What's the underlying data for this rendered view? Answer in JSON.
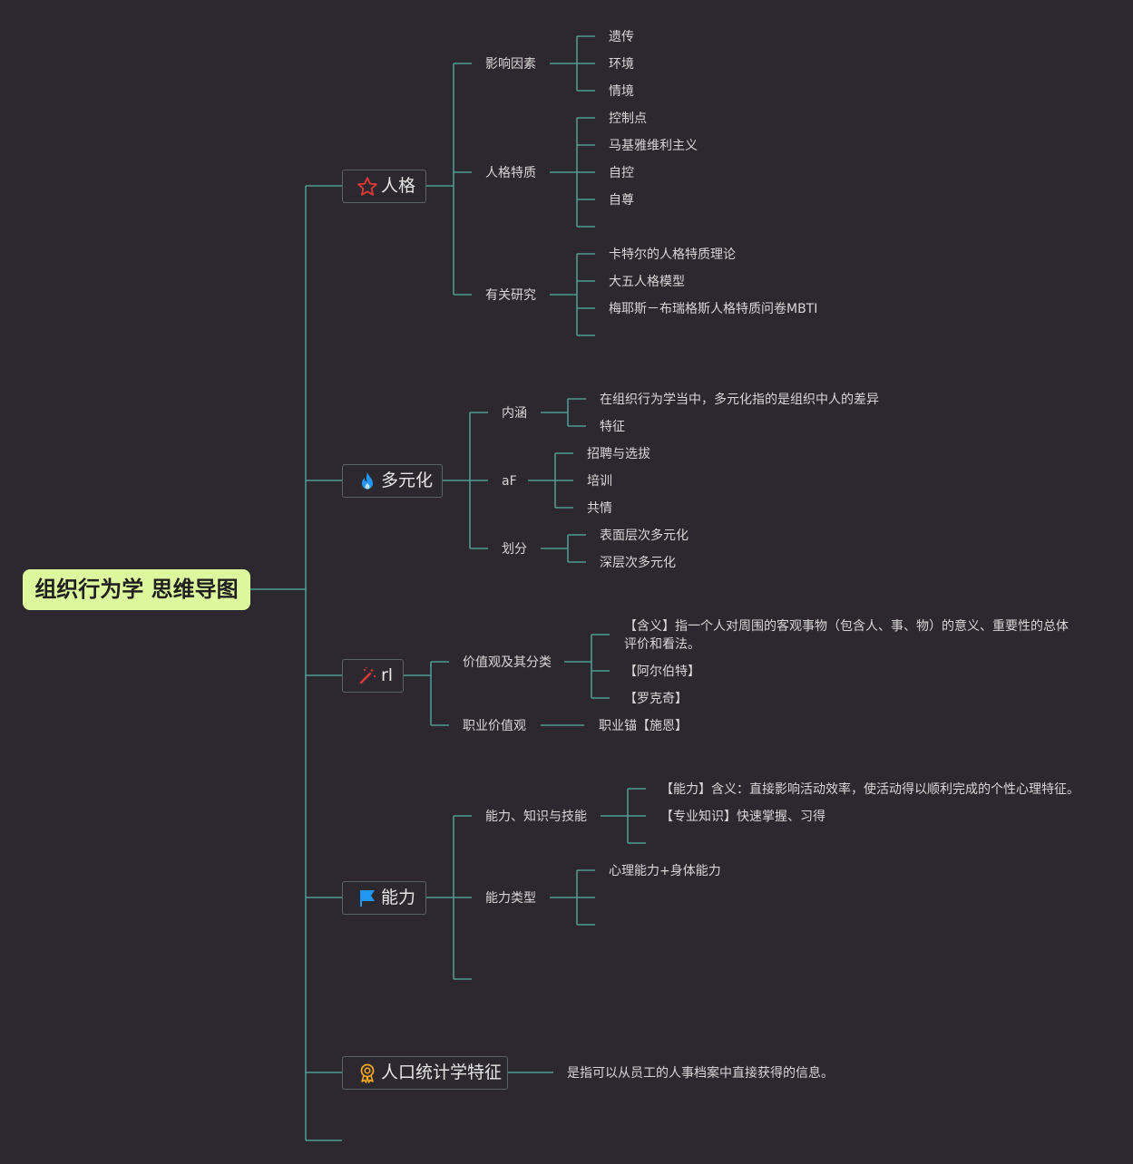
{
  "root": {
    "label": "组织行为学 思维导图"
  },
  "branches": {
    "personality": {
      "label": "人格",
      "icon": "star-icon",
      "influence": {
        "label": "影响因素",
        "items": [
          "遗传",
          "环境",
          "情境"
        ]
      },
      "traits": {
        "label": "人格特质",
        "items": [
          "控制点",
          "马基雅维利主义",
          "自控",
          "自尊"
        ]
      },
      "research": {
        "label": "有关研究",
        "items": [
          "卡特尔的人格特质理论",
          "大五人格模型",
          "梅耶斯－布瑞格斯人格特质问卷MBTI"
        ]
      }
    },
    "diversity": {
      "label": "多元化",
      "icon": "flame-icon",
      "meaning": {
        "label": "内涵",
        "items": [
          "在组织行为学当中，多元化指的是组织中人的差异",
          "特征"
        ]
      },
      "af": {
        "label": "aF",
        "items": [
          "招聘与选拔",
          "培训",
          "共情"
        ]
      },
      "division": {
        "label": "划分",
        "items": [
          "表面层次多元化",
          "深层次多元化"
        ]
      }
    },
    "values": {
      "label": "rl",
      "icon": "magic-wand-icon",
      "classification": {
        "label": "价值观及其分类",
        "items": [
          "【含义】指一个人对周围的客观事物（包含人、事、物）的意义、重要性的总体评价和看法。",
          "【阿尔伯特】",
          "【罗克奇】"
        ]
      },
      "career": {
        "label": "职业价值观",
        "items": [
          "职业锚【施恩】"
        ]
      }
    },
    "ability": {
      "label": "能力",
      "icon": "flag-icon",
      "knowledge": {
        "label": "能力、知识与技能",
        "items": [
          "【能力】含义：直接影响活动效率，使活动得以顺利完成的个性心理特征。",
          "【专业知识】快速掌握、习得"
        ]
      },
      "types": {
        "label": "能力类型",
        "items": [
          "心理能力+身体能力"
        ]
      }
    },
    "demographics": {
      "label": "人口统计学特征",
      "icon": "award-icon",
      "items": [
        "是指可以从员工的人事档案中直接获得的信息。"
      ]
    }
  },
  "colors": {
    "line": "#4e9a92",
    "root_bg": "#dcf79d",
    "background": "#2d2830",
    "node_border": "#5c6368"
  }
}
